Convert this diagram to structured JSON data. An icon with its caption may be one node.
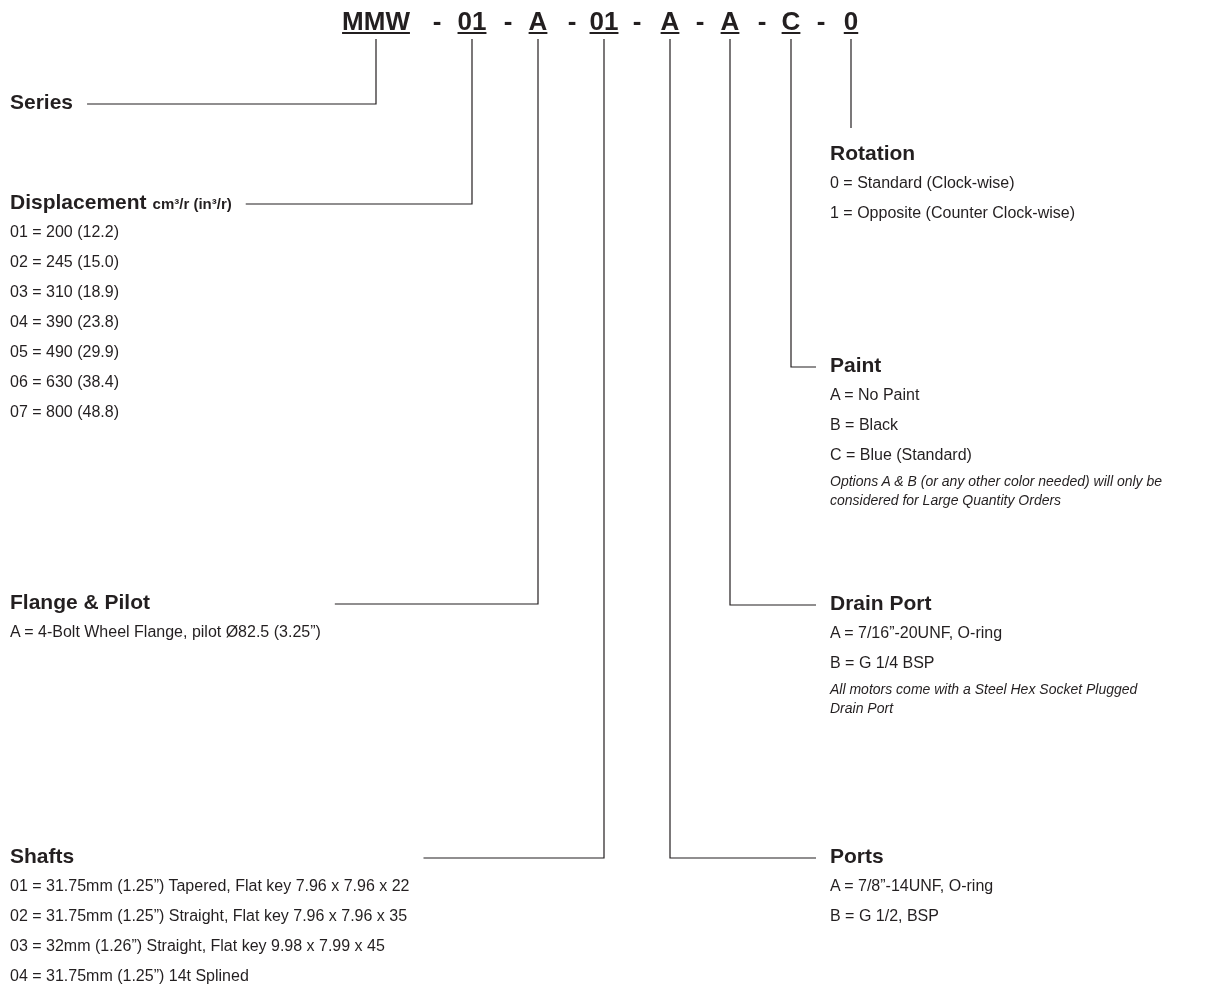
{
  "diagram": {
    "nodes": [
      {
        "text": [
          "MMW"
        ]
      },
      {
        "text": [
          "01"
        ]
      },
      {
        "text": [
          "A"
        ]
      },
      {
        "text": [
          "01"
        ]
      },
      {
        "text": [
          "A"
        ]
      },
      {
        "text": [
          "A"
        ]
      },
      {
        "text": [
          "C"
        ]
      },
      {
        "text": [
          "0"
        ]
      },
      {
        "text": [
          "Series"
        ]
      },
      {
        "text": [
          "Displacement",
          "01 = 200 (12.2)",
          "02 = 245 (15.0)",
          "03 = 310 (18.9)",
          "04 = 390 (23.8)",
          "05 = 490 (29.9)",
          "06 = 630 (38.4)",
          "07 = 800 (48.8)"
        ],
        "beside": [
          "cm³/r (in³/r)"
        ]
      },
      {
        "text": [
          "Rotation",
          "0 = Standard (Clock-wise)",
          "1 = Opposite (Counter Clock-wise)"
        ]
      },
      {
        "text": [
          "Paint",
          "A = No Paint",
          "B = Black",
          "C = Blue (Standard)",
          "Options A & B (or any other color needed) will only be considered for Large Quantity Orders"
        ]
      },
      {
        "text": [
          "Flange & Pilot",
          "A = 4-Bolt Wheel Flange, pilot Ø82.5 (3.25”)"
        ]
      },
      {
        "text": [
          "Drain Port",
          "A = 7/16”-20UNF, O-ring",
          "B = G 1/4 BSP",
          "All motors come with a Steel Hex Socket Plugged Drain Port"
        ]
      },
      {
        "text": [
          "Shafts",
          "01 = 31.75mm (1.25”) Tapered, Flat key 7.96 x 7.96 x 22",
          "02 = 31.75mm (1.25”) Straight, Flat key 7.96 x 7.96 x 35",
          "03 = 32mm (1.26”) Straight, Flat key 9.98 x 7.99 x 45",
          "04 = 31.75mm (1.25”) 14t Splined"
        ]
      },
      {
        "text": [
          "Ports",
          "A = 7/8”-14UNF, O-ring",
          "B = G 1/2, BSP"
        ]
      }
    ],
    "edges": [
      {
        "from": 0,
        "to": 8,
        "arrow": "none"
      },
      {
        "from": 1,
        "to": 9,
        "arrow": "none"
      },
      {
        "from": 2,
        "to": 12,
        "arrow": "none"
      },
      {
        "from": 3,
        "to": 14,
        "arrow": "none"
      },
      {
        "from": 4,
        "to": 15,
        "arrow": "none"
      },
      {
        "from": 5,
        "to": 13,
        "arrow": "none"
      },
      {
        "from": 6,
        "to": 11,
        "arrow": "none"
      },
      {
        "from": 7,
        "to": 10,
        "arrow": "none"
      }
    ],
    "labels": [
      "-",
      "-",
      "-",
      "-",
      "-",
      "-",
      "-"
    ]
  }
}
